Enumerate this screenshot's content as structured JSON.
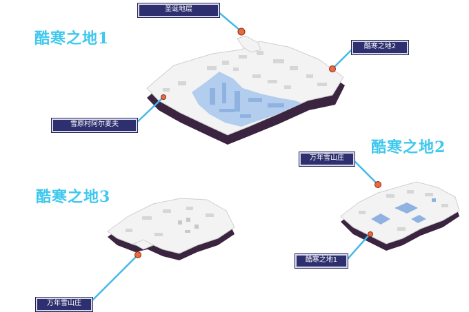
{
  "maps": [
    {
      "title": "酷寒之地1"
    },
    {
      "title": "酷寒之地2"
    },
    {
      "title": "酷寒之地3"
    }
  ],
  "portals": [
    {
      "label": "圣诞地层"
    },
    {
      "label": "酷寒之地2"
    },
    {
      "label": "雪原村阿尔麦夫"
    },
    {
      "label": "万年雪山庄"
    },
    {
      "label": "酷寒之地1"
    },
    {
      "label": "万年雪山庄"
    }
  ],
  "colors": {
    "title": "#3ec8ee",
    "tag_bg": "#2e2f6e",
    "leader_line": "#45b8e8",
    "floor": "#f4f4f4",
    "wall": "#d2d2d2",
    "shadow": "#3a2440",
    "ice": "#a8c6ea",
    "portal": "#e86a40"
  }
}
